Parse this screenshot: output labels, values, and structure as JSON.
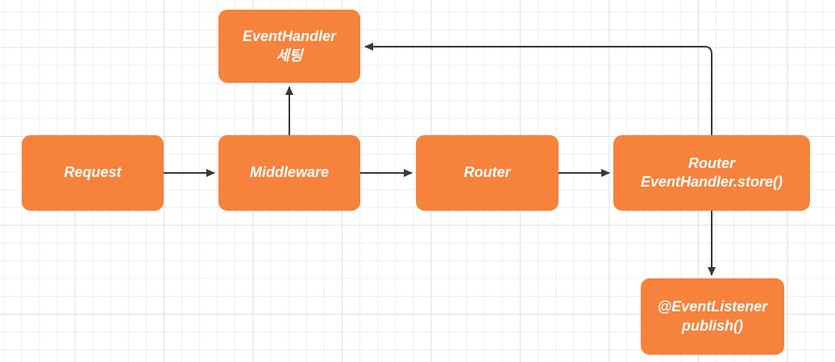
{
  "diagram": {
    "type": "flowchart",
    "node_fill_color": "#f6823c",
    "node_text_color": "#ffffff",
    "edge_color": "#383838",
    "grid_minor_color": "#efefef",
    "grid_major_color": "#e0e0e0",
    "nodes": [
      {
        "id": "event-handler-setting",
        "label": "EventHandler\n세팅"
      },
      {
        "id": "request",
        "label": "Request"
      },
      {
        "id": "middleware",
        "label": "Middleware"
      },
      {
        "id": "router",
        "label": "Router"
      },
      {
        "id": "router-eventhandler-store",
        "label": "Router\nEventHandler.store()"
      },
      {
        "id": "eventlistener-publish",
        "label": "@EventListener\npublish()"
      }
    ],
    "edges": [
      {
        "from": "request",
        "to": "middleware"
      },
      {
        "from": "middleware",
        "to": "router"
      },
      {
        "from": "router",
        "to": "router-eventhandler-store"
      },
      {
        "from": "middleware",
        "to": "event-handler-setting"
      },
      {
        "from": "router-eventhandler-store",
        "to": "event-handler-setting"
      },
      {
        "from": "router-eventhandler-store",
        "to": "eventlistener-publish"
      }
    ]
  }
}
